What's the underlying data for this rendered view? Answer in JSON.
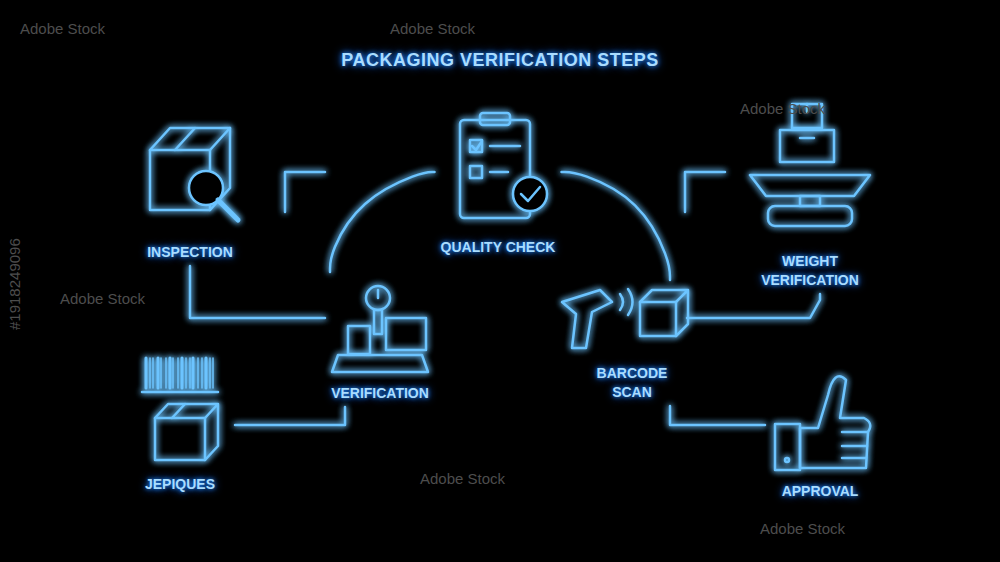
{
  "diagram": {
    "title": "PACKAGING VERIFICATION STEPS",
    "nodes": [
      {
        "text": [
          "INSPECTION"
        ]
      },
      {
        "text": [
          "QUALITY CHECK"
        ]
      },
      {
        "text": [
          "WEIGHT VERIFICATION"
        ]
      },
      {
        "text": [
          "VERIFICATION"
        ]
      },
      {
        "text": [
          "BARCODE SCAN"
        ]
      },
      {
        "text": [
          "JEPIQUES"
        ]
      },
      {
        "text": [
          "APPROVAL"
        ]
      }
    ],
    "edges": [
      {
        "from": 0,
        "to": 3,
        "arrow": "none"
      },
      {
        "from": 3,
        "to": 1,
        "arrow": "none"
      },
      {
        "from": 1,
        "to": 4,
        "arrow": "none"
      },
      {
        "from": 2,
        "to": 4,
        "arrow": "none"
      },
      {
        "from": 5,
        "to": 3,
        "arrow": "none"
      },
      {
        "from": 6,
        "to": 4,
        "arrow": "none"
      }
    ],
    "labels": [
      "Adobe Stock",
      "Adobe Stock",
      "Adobe Stock",
      "Adobe Stock",
      "Adobe Stock",
      "Adobe Stock",
      "#1918249096"
    ]
  }
}
